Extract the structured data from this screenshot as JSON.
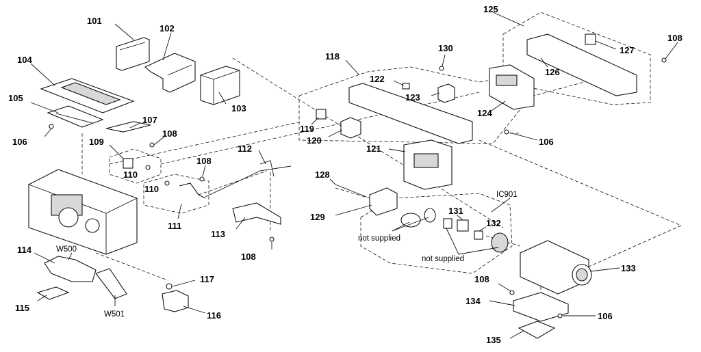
{
  "labels": {
    "p101": "101",
    "p102": "102",
    "p103": "103",
    "p104": "104",
    "p105": "105",
    "p106a": "106",
    "p106b": "106",
    "p106c": "106",
    "p107": "107",
    "p108a": "108",
    "p108b": "108",
    "p108c": "108",
    "p108d": "108",
    "p108e": "108",
    "p109": "109",
    "p110a": "110",
    "p110b": "110",
    "p111": "111",
    "p112": "112",
    "p113": "113",
    "p114": "114",
    "p115": "115",
    "p116": "116",
    "p117": "117",
    "p118": "118",
    "p119": "119",
    "p120": "120",
    "p121": "121",
    "p122": "122",
    "p123": "123",
    "p124": "124",
    "p125": "125",
    "p126": "126",
    "p127": "127",
    "p128": "128",
    "p129": "129",
    "p130": "130",
    "p131": "131",
    "p132": "132",
    "p133": "133",
    "p134": "134",
    "p135": "135",
    "w500": "W500",
    "w501": "W501",
    "ic901": "IC901"
  },
  "notes": {
    "not_supplied_1": "not supplied",
    "not_supplied_2": "not supplied"
  }
}
